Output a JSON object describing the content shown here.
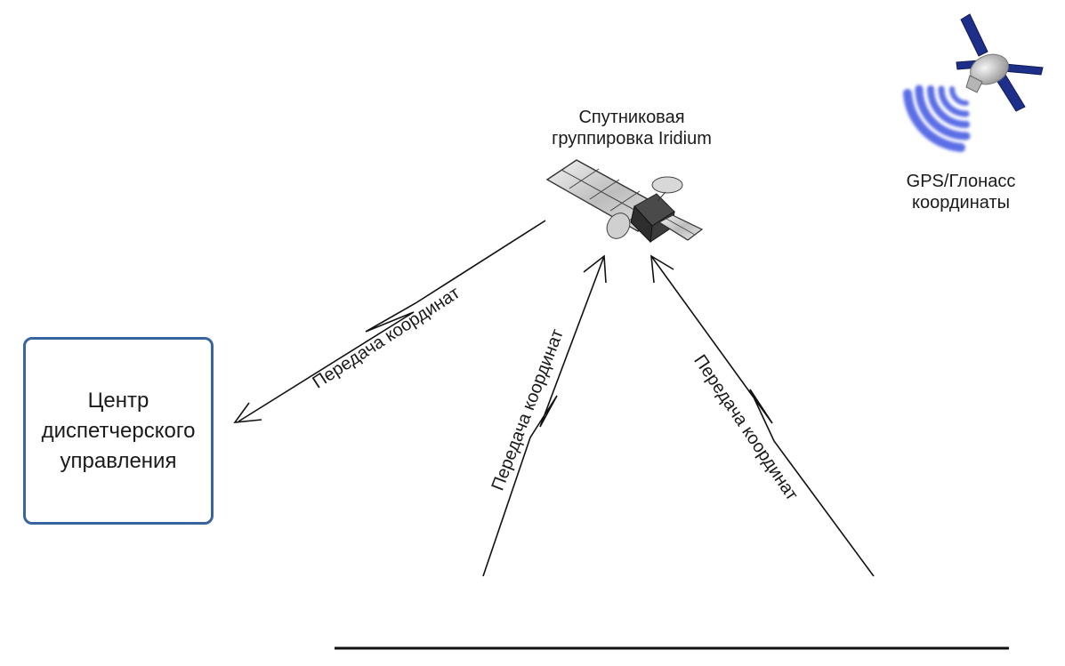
{
  "iridium": {
    "label_line1": "Спутниковая",
    "label_line2": "группировка Iridium",
    "icon": "communication-satellite-icon"
  },
  "gps": {
    "label_line1": "GPS/Глонасс",
    "label_line2": "координаты",
    "icon": "gps-satellite-icon",
    "signal_color": "#5b6ee6",
    "panel_color": "#1e2f8a"
  },
  "dispatch_center": {
    "line1": "Центр",
    "line2": "диспетчерского",
    "line3": "управления",
    "border_color": "#3a64a0"
  },
  "links": [
    {
      "id": "satellite-to-dispatch",
      "label": "Передача координат",
      "direction": "satellite → dispatch center"
    },
    {
      "id": "locomotive1-to-satellite",
      "label": "Передача координат",
      "direction": "locomotive 1 → satellite"
    },
    {
      "id": "locomotive2-to-satellite",
      "label": "Передача координат",
      "direction": "locomotive 2 → satellite"
    }
  ],
  "locomotives": [
    {
      "id": "locomotive-1",
      "body_color": "#1f6b3a",
      "roof_color": "#a9a9a9"
    },
    {
      "id": "locomotive-2",
      "body_color": "#1f6b3a",
      "roof_color": "#a9a9a9"
    }
  ]
}
